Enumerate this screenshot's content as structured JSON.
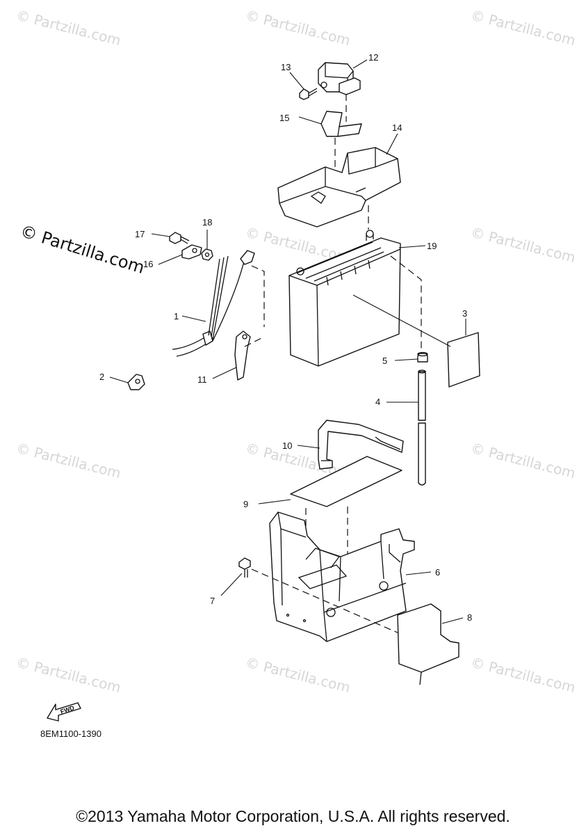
{
  "watermark": "© Partzilla.com",
  "diagram_code": "8EM1100-1390",
  "fwd_label": "FWD",
  "copyright": "©2013 Yamaha Motor Corporation, U.S.A. All rights reserved.",
  "callouts": {
    "c1": "1",
    "c2": "2",
    "c3": "3",
    "c4": "4",
    "c5": "5",
    "c6": "6",
    "c7": "7",
    "c8": "8",
    "c9": "9",
    "c10": "10",
    "c11": "11",
    "c12": "12",
    "c13": "13",
    "c14": "14",
    "c15": "15",
    "c16": "16",
    "c17": "17",
    "c18": "18",
    "c19": "19"
  }
}
